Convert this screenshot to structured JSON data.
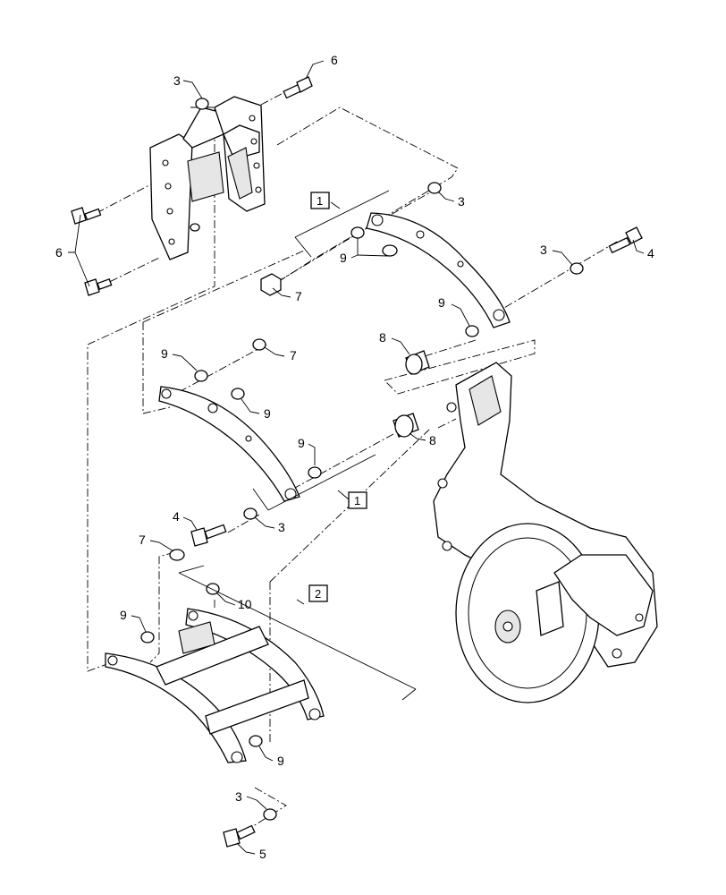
{
  "callouts": {
    "c3a": "3",
    "c6a": "6",
    "c6b": "6",
    "c3b": "3",
    "c9a": "9",
    "c7a": "7",
    "c3c": "3",
    "c4a": "4",
    "c9b": "9",
    "c8a": "8",
    "c9c": "9",
    "c7b": "7",
    "c9d": "9",
    "c9e": "9",
    "c8b": "8",
    "c4b": "4",
    "c3d": "3",
    "c7c": "7",
    "c10": "10",
    "c9f": "9",
    "c9g": "9",
    "c3e": "3",
    "c5": "5"
  },
  "boxed_callouts": {
    "b1a": "1",
    "b1b": "1",
    "b2": "2"
  }
}
